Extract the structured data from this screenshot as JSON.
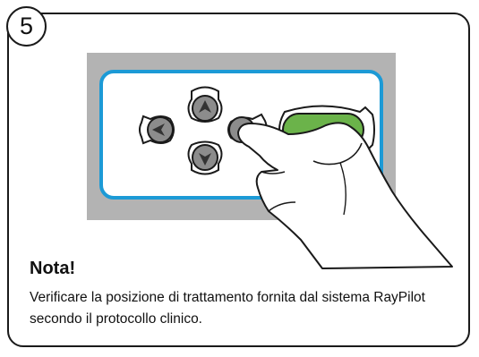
{
  "step": {
    "number": "5"
  },
  "note": {
    "title": "Nota!",
    "text": "Verificare la posizione di trattamento fornita dal sistema RayPilot secondo il protocollo clinico."
  },
  "illustration": {
    "icons": [
      "left-arrow-button",
      "up-arrow-button",
      "down-arrow-button",
      "select-button",
      "green-confirm-button",
      "pressing-hand"
    ],
    "colors": {
      "panel": "#b3b3b3",
      "keypad_border": "#1c9ad6",
      "button_fill": "#8c8c8c",
      "confirm_button": "#6bb34a",
      "hand_fill": "#ffffff"
    }
  }
}
